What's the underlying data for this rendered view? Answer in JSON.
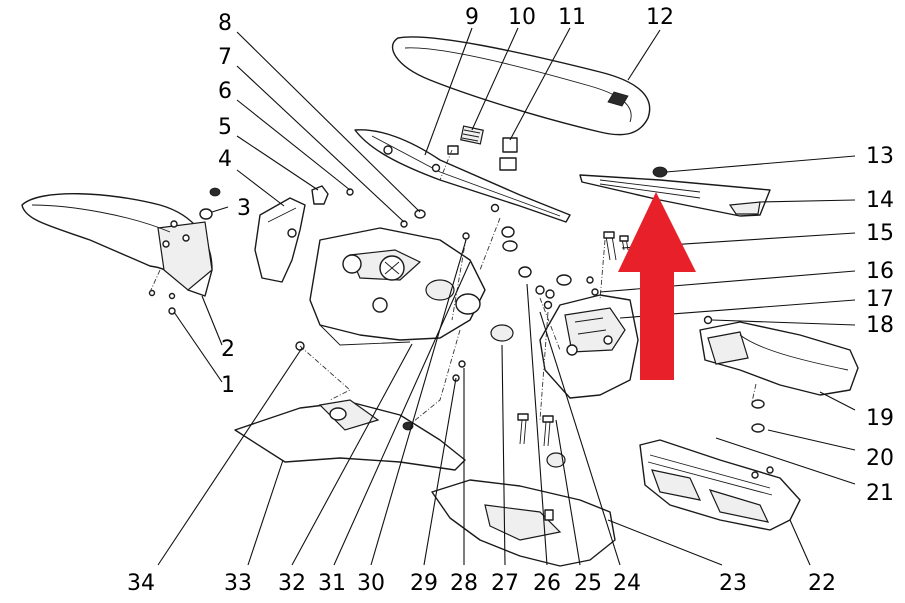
{
  "diagram": {
    "callouts": [
      {
        "num": "1"
      },
      {
        "num": "2"
      },
      {
        "num": "3"
      },
      {
        "num": "4"
      },
      {
        "num": "5"
      },
      {
        "num": "6"
      },
      {
        "num": "7"
      },
      {
        "num": "8"
      },
      {
        "num": "9"
      },
      {
        "num": "10"
      },
      {
        "num": "11"
      },
      {
        "num": "12"
      },
      {
        "num": "13"
      },
      {
        "num": "14"
      },
      {
        "num": "15"
      },
      {
        "num": "16"
      },
      {
        "num": "17"
      },
      {
        "num": "18"
      },
      {
        "num": "19"
      },
      {
        "num": "20"
      },
      {
        "num": "21"
      },
      {
        "num": "22"
      },
      {
        "num": "23"
      },
      {
        "num": "24"
      },
      {
        "num": "25"
      },
      {
        "num": "26"
      },
      {
        "num": "27"
      },
      {
        "num": "28"
      },
      {
        "num": "29"
      },
      {
        "num": "30"
      },
      {
        "num": "31"
      },
      {
        "num": "32"
      },
      {
        "num": "33"
      },
      {
        "num": "34"
      }
    ],
    "colors": {
      "line": "#1a1a1a",
      "arrow": "#e8202a",
      "background": "#ffffff"
    },
    "arrow_icon": "up-arrow-icon"
  }
}
